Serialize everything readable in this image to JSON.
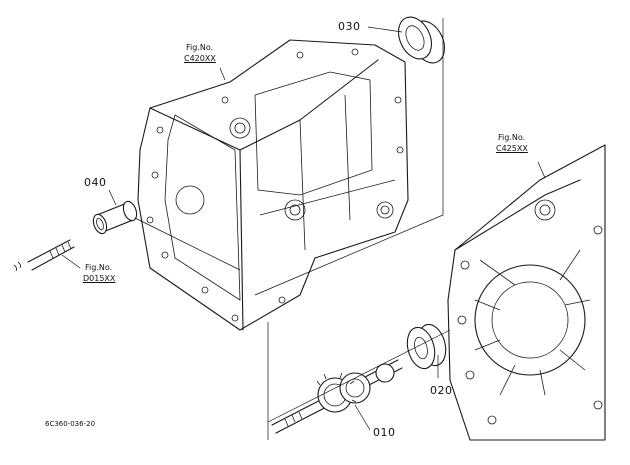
{
  "labels": {
    "part_030": "030",
    "part_040": "040",
    "part_020": "020",
    "part_010": "010",
    "fig_label": "Fig.No.",
    "fig_c420": "C420XX",
    "fig_c425": "C425XX",
    "fig_d015": "D015XX",
    "drawing_code": "6C360-036-20"
  }
}
